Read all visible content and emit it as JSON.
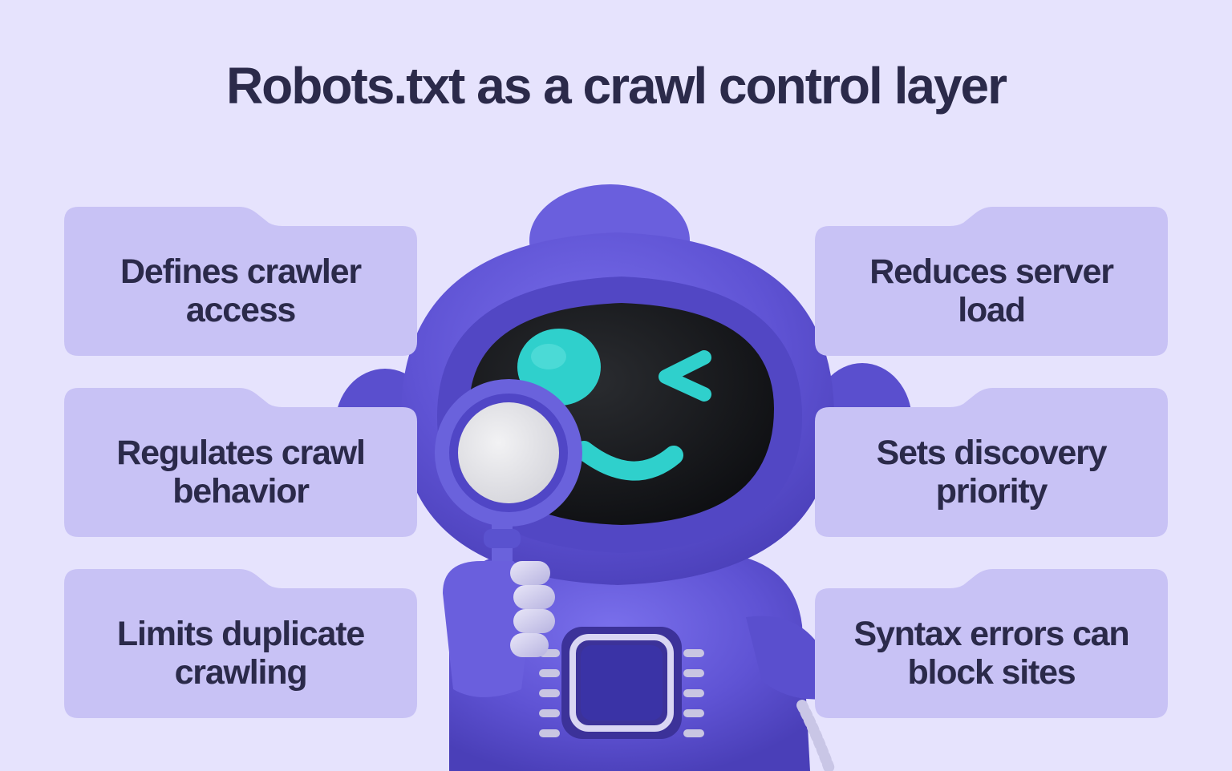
{
  "title": "Robots.txt as a crawl control layer",
  "colors": {
    "background": "#e6e3fd",
    "card": "#c8c2f5",
    "text": "#2b2a4a",
    "robot_body": "#6257d6",
    "robot_screen": "#141517",
    "robot_face": "#2fd0cc"
  },
  "left_cards": [
    {
      "label": "Defines crawler access"
    },
    {
      "label": "Regulates crawl behavior"
    },
    {
      "label": "Limits duplicate crawling"
    }
  ],
  "right_cards": [
    {
      "label": "Reduces server load"
    },
    {
      "label": "Sets discovery priority"
    },
    {
      "label": "Syntax errors can block sites"
    }
  ],
  "illustration": {
    "subject": "robot-with-magnifying-glass"
  }
}
